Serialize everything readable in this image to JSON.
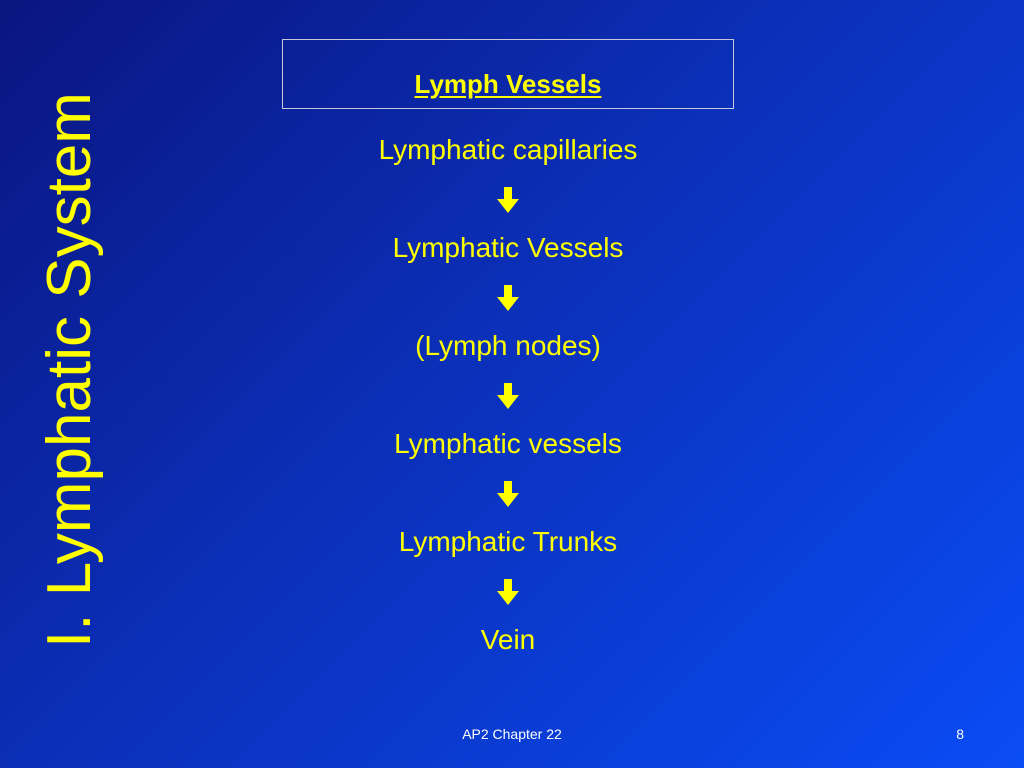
{
  "slide": {
    "side_title": "I. Lymphatic System",
    "heading": "Lymph Vessels",
    "steps": [
      "Lymphatic capillaries",
      "Lymphatic Vessels",
      "(Lymph nodes)",
      "Lymphatic vessels",
      "Lymphatic Trunks",
      "Vein"
    ],
    "arrow_icon": "arrow-down-icon",
    "footer": {
      "center": "AP2 Chapter 22",
      "page_number": "8"
    }
  },
  "colors": {
    "text": "#ffff00",
    "footer_text": "#ffffff",
    "background_start": "#0a1580",
    "background_end": "#0a4cf5"
  }
}
